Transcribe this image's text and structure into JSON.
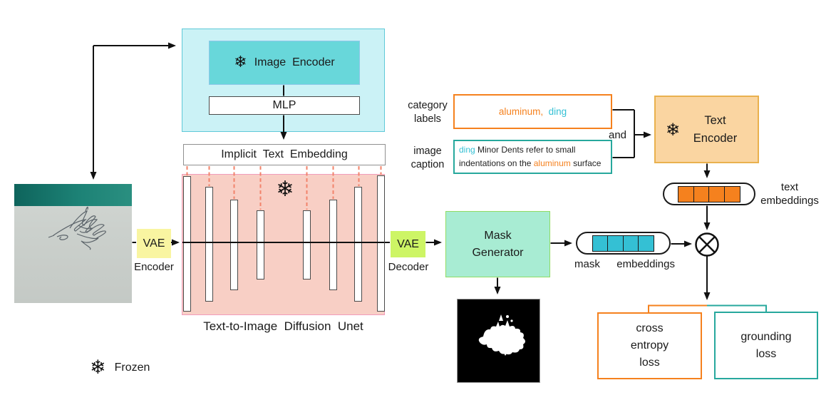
{
  "colors": {
    "orange": "#F5811E",
    "teal": "#27A89D",
    "cyan": "#34C0D4",
    "dash_salmon": "#F2836B",
    "unet_pink_fill": "#F8CFC5",
    "unet_pink_border": "#F19CBB",
    "mint_fill": "#A8ECD3",
    "peach_fill": "#FAD5A1",
    "vae_encoder_yellow": "#F9F5A1",
    "vae_decoder_green": "#CDF565",
    "encoder_outer_cyan": "#CBF2F6",
    "encoder_inner_teal": "#68D7DA"
  },
  "icons": {
    "snowflake": "❄"
  },
  "encoder_stack": {
    "image_encoder": "Image  Encoder",
    "mlp": "MLP"
  },
  "implicit_embedding": "Implicit  Text  Embedding",
  "unet": {
    "caption": "Text-to-Image  Diffusion  Unet"
  },
  "vae_encoder": {
    "box": "VAE",
    "label": "Encoder"
  },
  "vae_decoder": {
    "box": "VAE",
    "label": "Decoder"
  },
  "mask_generator": {
    "line1": "Mask",
    "line2": "Generator"
  },
  "mask_embeddings": {
    "word1": "mask",
    "word2": "embeddings"
  },
  "text_embeddings": {
    "line1": "text",
    "line2": "embeddings"
  },
  "text_encoder": {
    "line1": "Text",
    "line2": "Encoder"
  },
  "and_label": "and",
  "category_labels": {
    "label_line1": "category",
    "label_line2": "labels",
    "content": [
      {
        "text": "aluminum,",
        "color": "#F5811E"
      },
      {
        "text": "  ding",
        "color": "#34C0D4"
      }
    ]
  },
  "image_caption": {
    "label_line1": "image",
    "label_line2": "caption",
    "content": [
      {
        "text": "ding",
        "color": "#34C0D4"
      },
      {
        "text": " Minor Dents refer to small indentations on the ",
        "color": "#222222"
      },
      {
        "text": "aluminum",
        "color": "#F5811E"
      },
      {
        "text": " surface",
        "color": "#222222"
      }
    ]
  },
  "losses": {
    "cross_entropy": {
      "line1": "cross",
      "line2": "entropy",
      "line3": "loss"
    },
    "grounding": {
      "line1": "grounding",
      "line2": "loss"
    }
  },
  "legend": {
    "frozen": "Frozen"
  }
}
